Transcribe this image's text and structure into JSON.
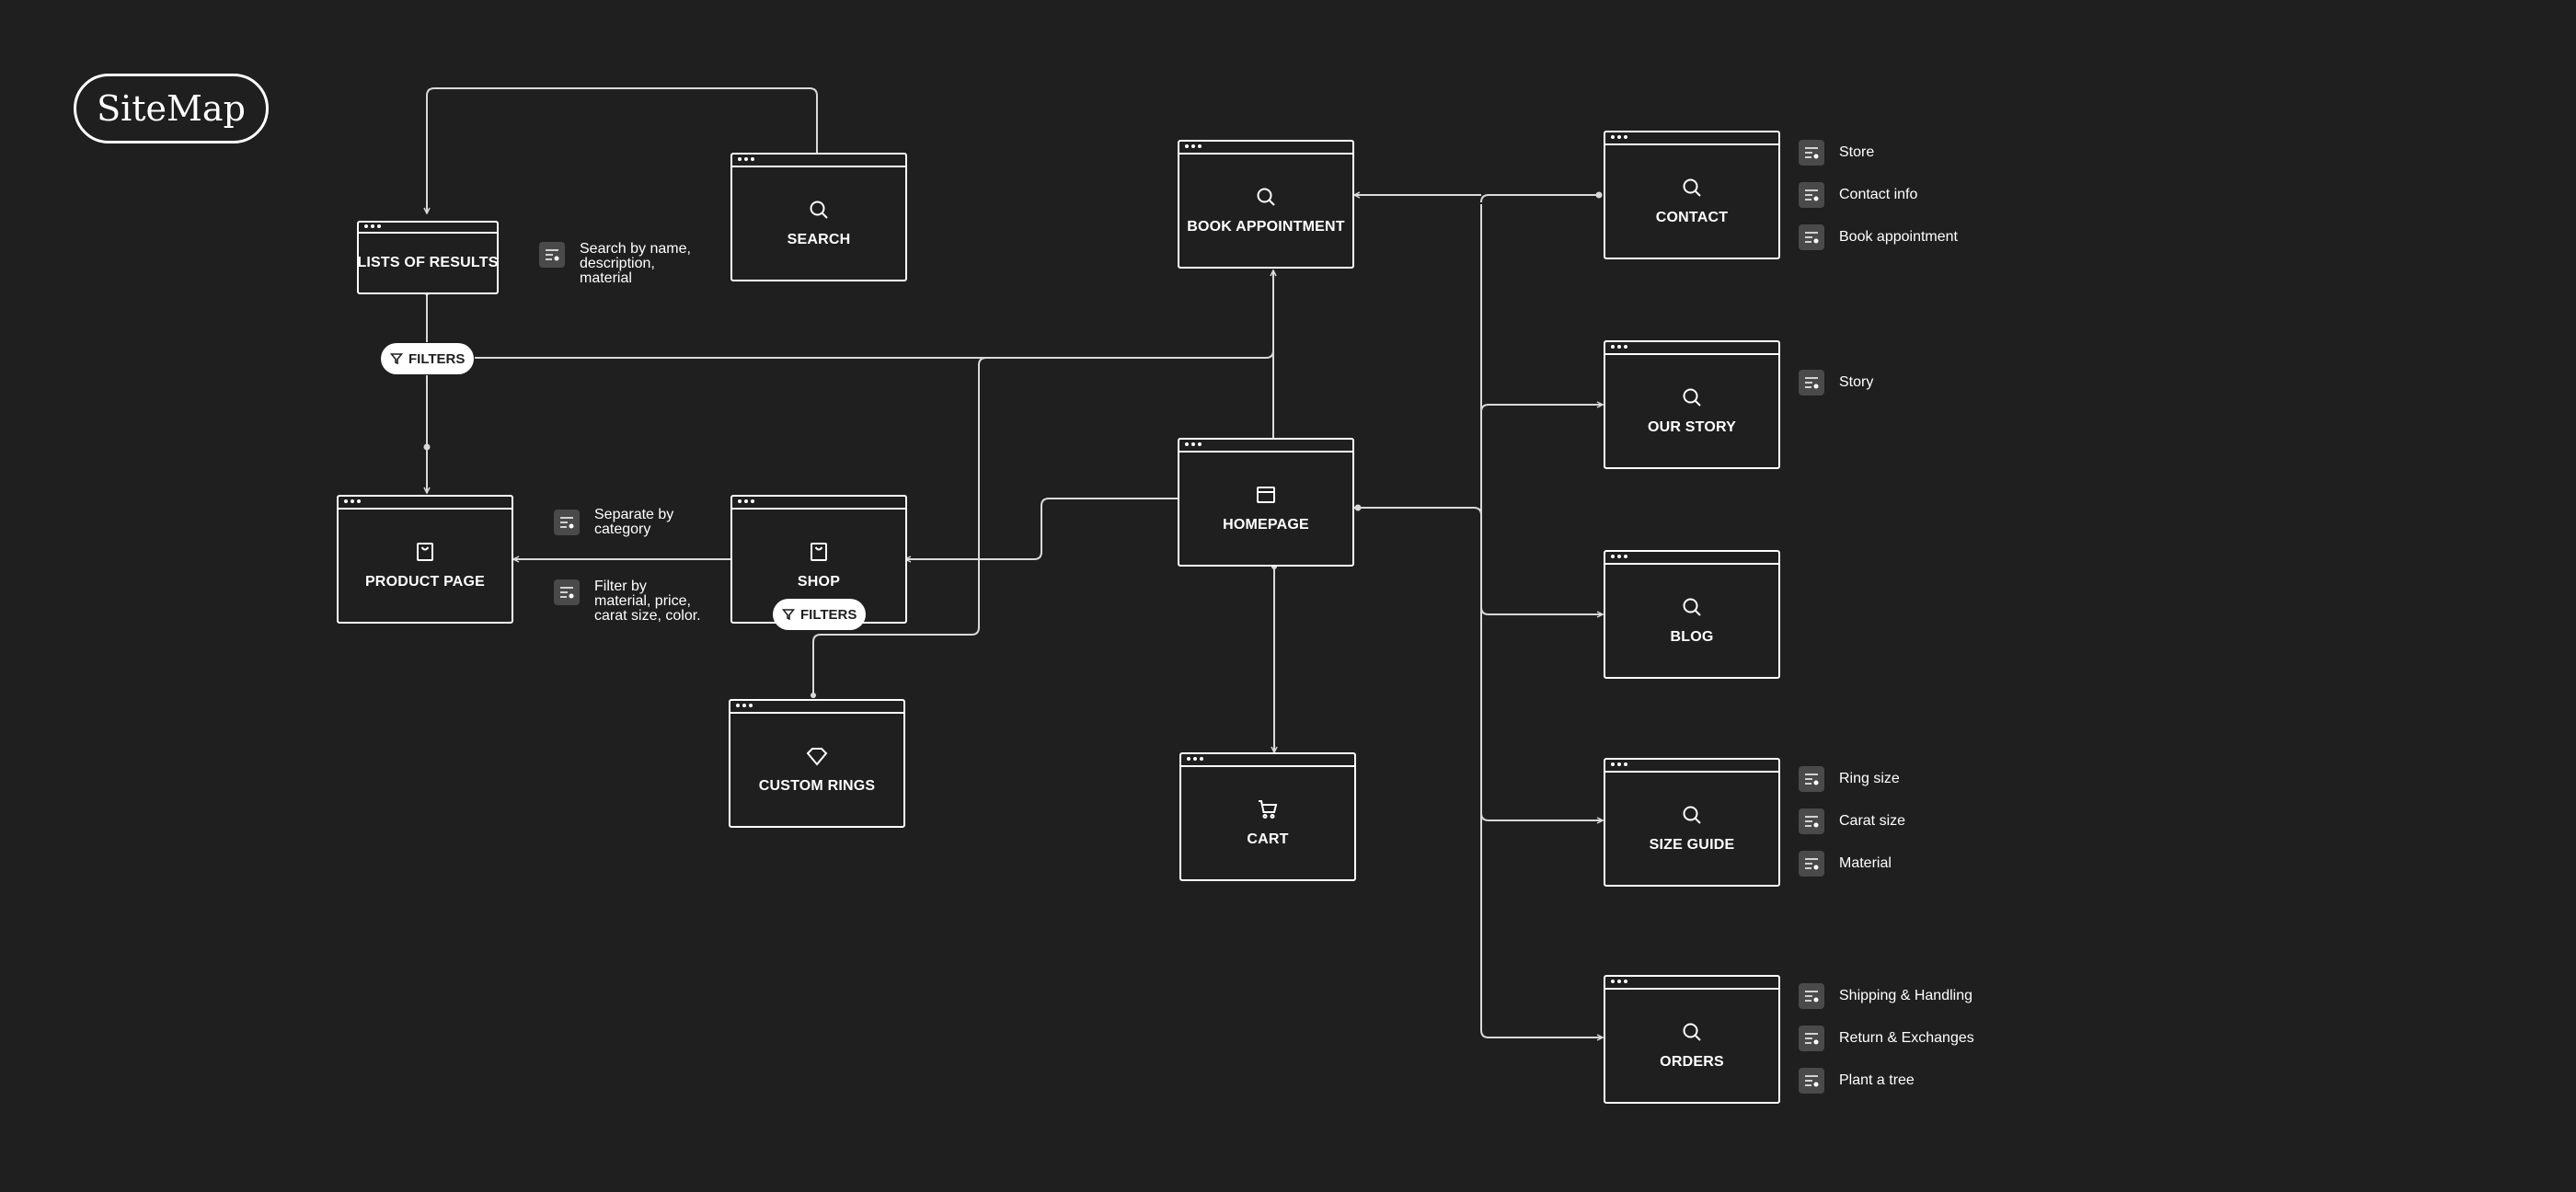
{
  "title": "SiteMap",
  "nodes": {
    "lists_of_results": "LISTS OF RESULTS",
    "search": "SEARCH",
    "product_page": "PRODUCT PAGE",
    "shop": "SHOP",
    "custom_rings": "CUSTOM RINGS",
    "book_appointment": "BOOK APPOINTMENT",
    "homepage": "HOMEPAGE",
    "cart": "CART",
    "contact": "CONTACT",
    "our_story": "OUR STORY",
    "blog": "BLOG",
    "size_guide": "SIZE GUIDE",
    "orders": "ORDERS"
  },
  "icons": {
    "search": "magnifier",
    "book_appointment": "magnifier",
    "homepage": "browser-window",
    "product_page": "shopping-bag",
    "shop": "shopping-bag",
    "custom_rings": "diamond",
    "cart": "shopping-cart",
    "contact": "magnifier",
    "our_story": "magnifier",
    "blog": "magnifier",
    "size_guide": "magnifier",
    "orders": "magnifier",
    "note": "list-settings",
    "filter": "funnel"
  },
  "filters": {
    "label": "FILTERS"
  },
  "notes": {
    "search_by": "Search by name,\ndescription,\nmaterial",
    "separate_by": "Separate by\ncategory",
    "filter_by": "Filter by\nmaterial, price,\ncarat size, color."
  },
  "contact_items": [
    "Store",
    "Contact info",
    "Book appointment"
  ],
  "our_story_items": [
    "Story"
  ],
  "size_guide_items": [
    "Ring size",
    "Carat size",
    "Material"
  ],
  "orders_items": [
    "Shipping & Handling",
    "Return & Exchanges",
    "Plant a tree"
  ],
  "colors": {
    "background": "#1f1f1f",
    "foreground": "#ffffff",
    "note_icon_bg": "#4a4a4a"
  }
}
